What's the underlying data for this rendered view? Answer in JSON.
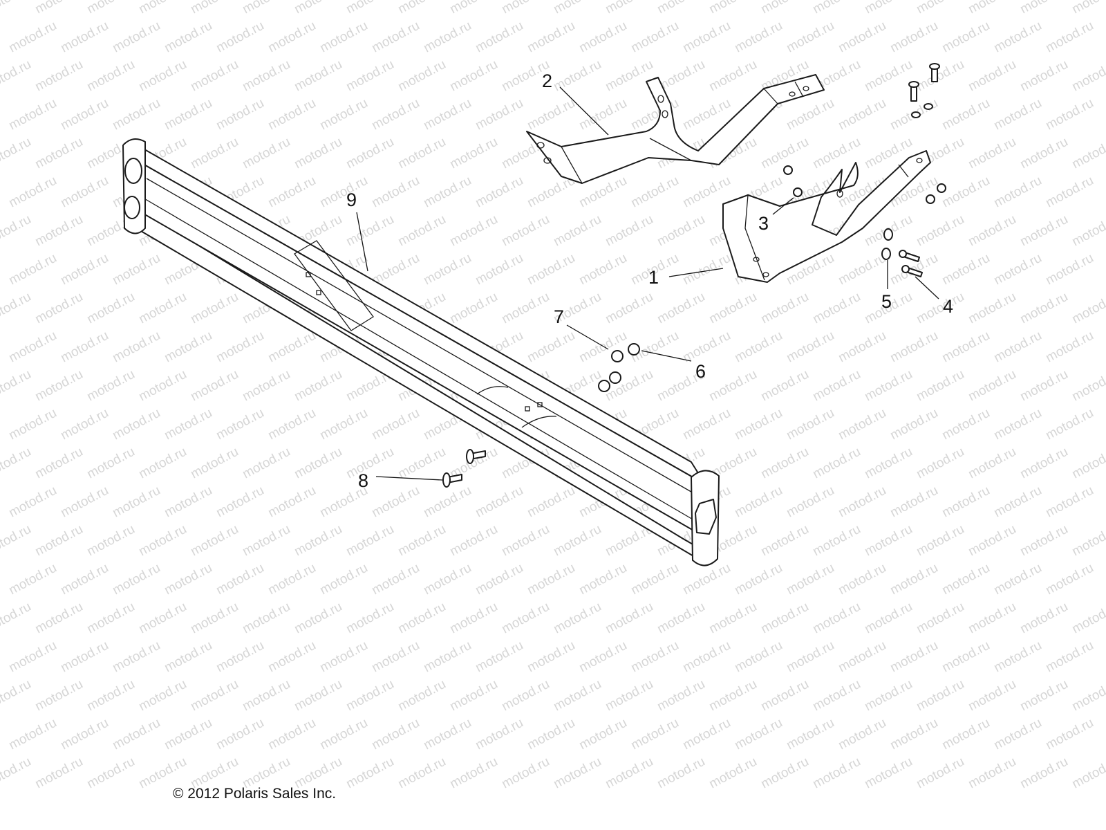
{
  "watermark": "motod.ru",
  "callouts": [
    "1",
    "2",
    "3",
    "4",
    "5",
    "6",
    "7",
    "8",
    "9"
  ],
  "copyright": "© 2012 Polaris Sales Inc."
}
